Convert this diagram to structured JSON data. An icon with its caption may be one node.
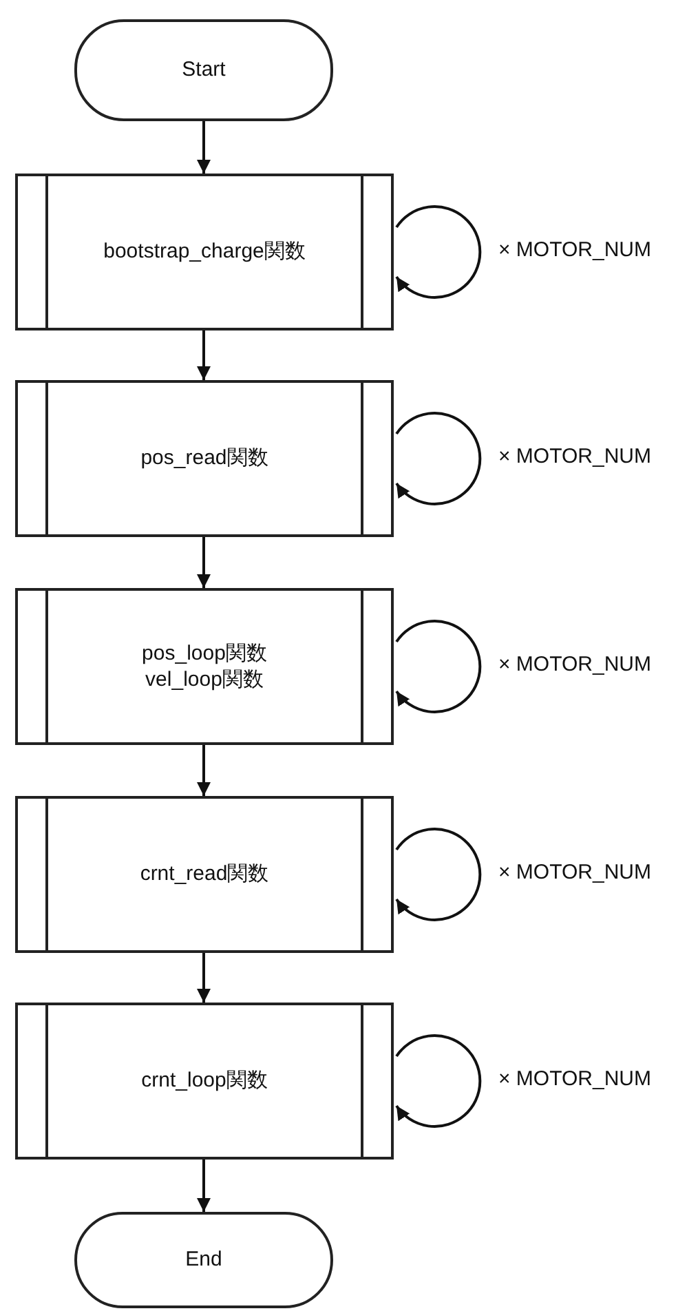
{
  "diagram": {
    "nodes": [
      {
        "text": [
          "Start"
        ]
      },
      {
        "text": [
          "bootstrap_charge関数"
        ]
      },
      {
        "text": [
          "pos_read関数"
        ]
      },
      {
        "text": [
          "pos_loop関数 vel_loop関数"
        ]
      },
      {
        "text": [
          "crnt_read関数"
        ]
      },
      {
        "text": [
          "crnt_loop関数"
        ]
      },
      {
        "text": [
          "End"
        ]
      }
    ],
    "edges": [
      {
        "from": 0,
        "to": 1,
        "arrow": "to"
      },
      {
        "from": 1,
        "to": 1,
        "arrow": "to",
        "label": "× MOTOR_NUM"
      },
      {
        "from": 1,
        "to": 2,
        "arrow": "to"
      },
      {
        "from": 2,
        "to": 2,
        "arrow": "to",
        "label": "× MOTOR_NUM"
      },
      {
        "from": 2,
        "to": 3,
        "arrow": "to"
      },
      {
        "from": 3,
        "to": 3,
        "arrow": "to",
        "label": "× MOTOR_NUM"
      },
      {
        "from": 3,
        "to": 4,
        "arrow": "to"
      },
      {
        "from": 4,
        "to": 4,
        "arrow": "to",
        "label": "× MOTOR_NUM"
      },
      {
        "from": 4,
        "to": 5,
        "arrow": "to"
      },
      {
        "from": 5,
        "to": 5,
        "arrow": "to",
        "label": "× MOTOR_NUM"
      },
      {
        "from": 5,
        "to": 6,
        "arrow": "to"
      }
    ]
  }
}
